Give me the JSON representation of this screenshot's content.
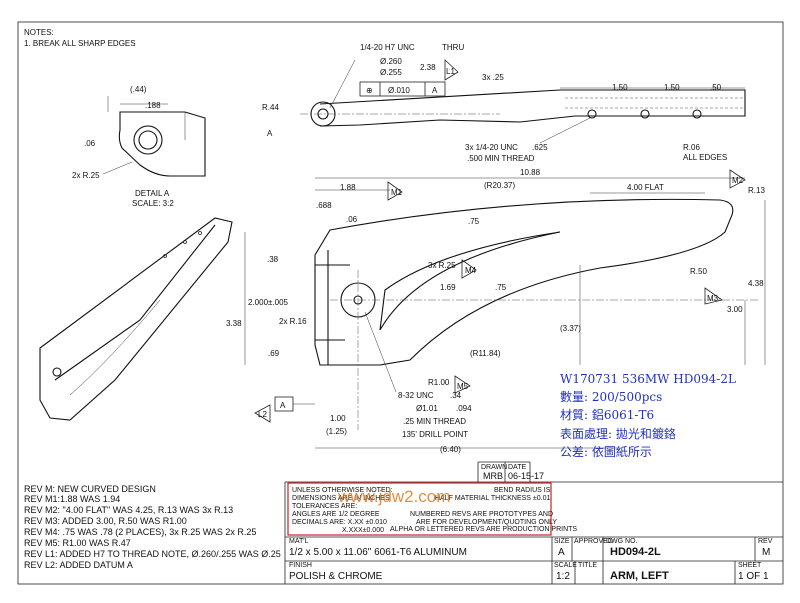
{
  "notes": {
    "heading": "NOTES:",
    "line1": "1. BREAK ALL SHARP EDGES"
  },
  "detail": {
    "label": "DETAIL A",
    "scale": "SCALE: 3:2",
    "ref_a": "A",
    "dim_44": "(.44)",
    "dim_188": ".188",
    "dim_06": ".06",
    "dim_2xr25": "2x R.25"
  },
  "top_view": {
    "tap_note": "1/4-20 H7 UNC",
    "tap_thru": "THRU",
    "tap_dia1": "Ø.260",
    "tap_dia2": "Ø.255",
    "tap_depth": "2.38",
    "datum_l1": "L1",
    "fcf_pos": "Ø.010",
    "fcf_datum": "A",
    "r44": "R.44",
    "view_a": "A",
    "dim_3x25": "3x .25",
    "dim_150a": "1.50",
    "dim_150b": "1.50",
    "dim_50": ".50",
    "holes_note": "3x 1/4-20 UNC",
    "holes_depth": ".625",
    "holes_thread": ".500 MIN THREAD",
    "r06": "R.06",
    "all_edges": "ALL EDGES"
  },
  "front_view": {
    "dim_1088": "10.88",
    "dim_188": "1.88",
    "rev_m1": "M1",
    "dim_r2037": "(R20.37)",
    "flat": "4.00 FLAT",
    "rev_m2": "M2",
    "r13": "R.13",
    "dim_688": ".688",
    "dim_06": ".06",
    "dim_75a": ".75",
    "dim_38": ".38",
    "dim_3xr25": "3x R.25",
    "rev_m4": "M4",
    "dim_2000": "2.000±.005",
    "dim_169": "1.69",
    "dim_75b": ".75",
    "r50": "R.50",
    "rev_m3": "M3",
    "dim_438": "4.38",
    "dim_338": "3.38",
    "dim_2xr16": "2x R.16",
    "dim_337": "(3.37)",
    "dim_300": "3.00",
    "dim_69": ".69",
    "dim_r1184": "(R11.84)",
    "r100": "R1.00",
    "rev_m5": "M5",
    "tap2": "8-32 UNC",
    "tap2_depth": ".34",
    "tap2_dia": "Ø1.01",
    "tap2_dia_depth": ".094",
    "tap2_thread": ".25 MIN THREAD",
    "drill": "135' DRILL POINT",
    "datum_l2": "L2",
    "datum_a": "A",
    "dim_100": "1.00",
    "dim_125": "(1.25)",
    "dim_640": "(6.40)"
  },
  "order": {
    "line1": "W170731 536MW HD094-2L",
    "line2": "數量: 200/500pcs",
    "line3": "材質: 鋁6061-T6",
    "line4": "表面處理: 拋光和鍍鉻",
    "line5": "公差: 依圖紙所示"
  },
  "revisions": [
    "REV M: NEW CURVED DESIGN",
    "REV M1:1.88 WAS 1.94",
    "REV M2: \"4.00 FLAT\" WAS 4.25, R.13 WAS 3x R.13",
    "REV M3: ADDED 3.00, R.50 WAS R1.00",
    "REV M4: .75 WAS .78 (2 PLACES), 3x R.25 WAS 2x R.25",
    "REV M5: R1.00 WAS R.47",
    "REV L1: ADDED H7 TO THREAD NOTE, Ø.260/.255 WAS Ø.25",
    "REV L2: ADDED DATUM A"
  ],
  "tolerance_box": {
    "l1": "UNLESS OTHERWISE NOTED:",
    "l2": "DIMENSIONS ARE IN INCHES",
    "l3": "TOLERANCES ARE:",
    "l4": "ANGLES ARE 1/2 DEGREE",
    "l5": "DECIMALS ARE: X.XX ±0.010",
    "l6": "X.XXX±0.000",
    "r1": "BEND RADIUS IS",
    "r2": "HALF MATERIAL THICKNESS ±0.01",
    "r3": "NUMBERED REVS ARE PROTOTYPES AND",
    "r4": "ARE FOR DEVELOPMENT/QUOTING ONLY",
    "r5": "ALPHA OR LETTERED REVS ARE PRODUCTION PRINTS",
    "watermark": "www.jdw2.com"
  },
  "title_block": {
    "drawn_label": "DRAWN",
    "drawn": "MRB",
    "date_label": "DATE",
    "date": "06-15-17",
    "matl_label": "MAT'L",
    "matl": "1/2 x 5.00 x 11.06\" 6061-T6 ALUMINUM",
    "finish_label": "FINISH",
    "finish": "POLISH & CHROME",
    "size_label": "SIZE",
    "size": "A",
    "approved_label": "APPROVED",
    "dwg_label": "DWG NO.",
    "dwg": "HD094-2L",
    "rev_label": "REV",
    "rev": "M",
    "scale_label": "SCALE",
    "scale": "1:2",
    "title_label": "TITLE",
    "title": "ARM, LEFT",
    "sheet_label": "SHEET",
    "sheet": "1 OF 1"
  }
}
